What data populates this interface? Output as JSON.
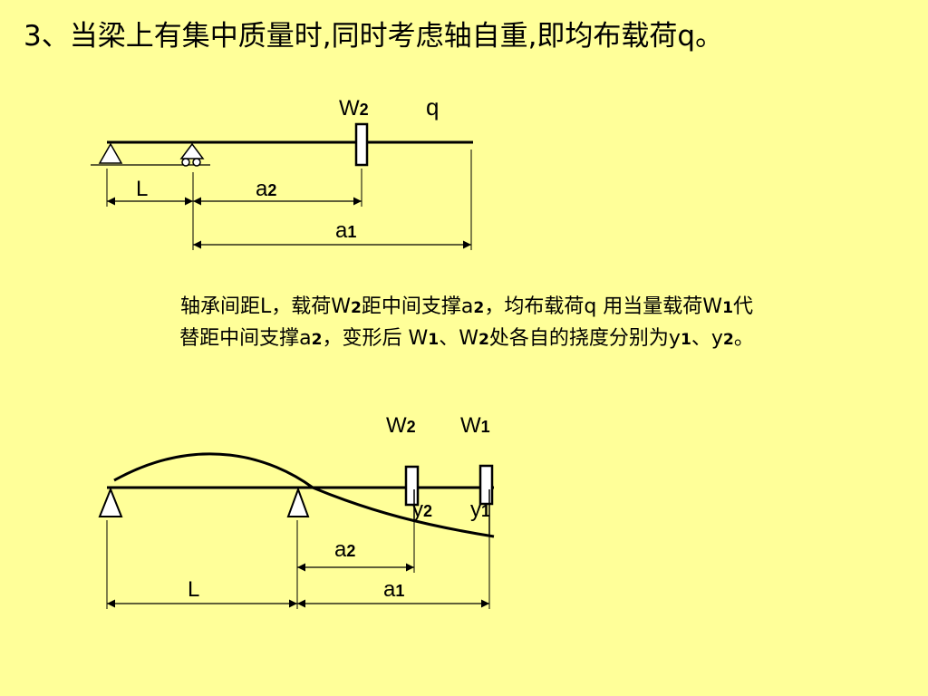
{
  "title": "3、当梁上有集中质量时,同时考虑轴自重,即均布载荷q。",
  "description": {
    "line1": [
      {
        "t": "轴承间距L，载荷W"
      },
      {
        "t": "2",
        "sub": true
      },
      {
        "t": "距中间支撑a"
      },
      {
        "t": "2",
        "sub": true
      },
      {
        "t": "，均布载荷q 用当量载荷W"
      },
      {
        "t": "1",
        "sub": true
      },
      {
        "t": "代"
      }
    ],
    "line2": [
      {
        "t": "替距中间支撑a"
      },
      {
        "t": "2",
        "sub": true
      },
      {
        "t": "，变形后 W"
      },
      {
        "t": "1",
        "sub": true
      },
      {
        "t": "、W"
      },
      {
        "t": "2",
        "sub": true
      },
      {
        "t": "处各自的挠度分别为y"
      },
      {
        "t": "1",
        "sub": true
      },
      {
        "t": "、y"
      },
      {
        "t": "2",
        "sub": true
      },
      {
        "t": "。"
      }
    ]
  },
  "diagram1": {
    "w2": {
      "main": "W",
      "sub": "2"
    },
    "q": "q",
    "L": "L",
    "a2": {
      "main": "a",
      "sub": "2"
    },
    "a1": {
      "main": "a",
      "sub": "1"
    }
  },
  "diagram2": {
    "w2": {
      "main": "W",
      "sub": "2"
    },
    "w1": {
      "main": "W",
      "sub": "1"
    },
    "y2": {
      "main": "y",
      "sub": "2"
    },
    "y1": {
      "main": "y",
      "sub": "1"
    },
    "a2": {
      "main": "a",
      "sub": "2"
    },
    "L": "L",
    "a1": {
      "main": "a",
      "sub": "1"
    }
  }
}
